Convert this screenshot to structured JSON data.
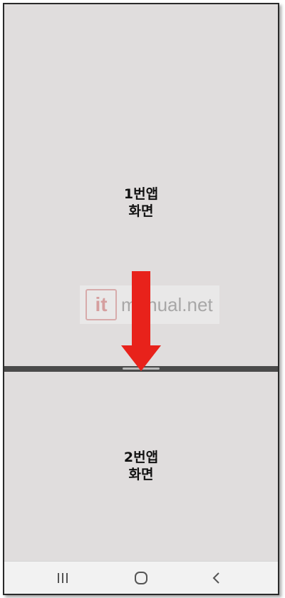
{
  "panes": {
    "top": {
      "line1": "1번앱",
      "line2": "화면"
    },
    "bottom": {
      "line1": "2번앱",
      "line2": "화면"
    }
  },
  "watermark": {
    "logo": "it",
    "text": "manual.net"
  },
  "arrow": {
    "color": "#e8221b",
    "icon": "arrow-down-icon"
  },
  "navbar": {
    "recent_icon": "recent-apps-icon",
    "home_icon": "home-icon",
    "back_icon": "back-icon"
  },
  "colors": {
    "pane_bg": "#e0dddd",
    "divider": "#4a4a4a",
    "navbar_bg": "#f2f2f2"
  }
}
